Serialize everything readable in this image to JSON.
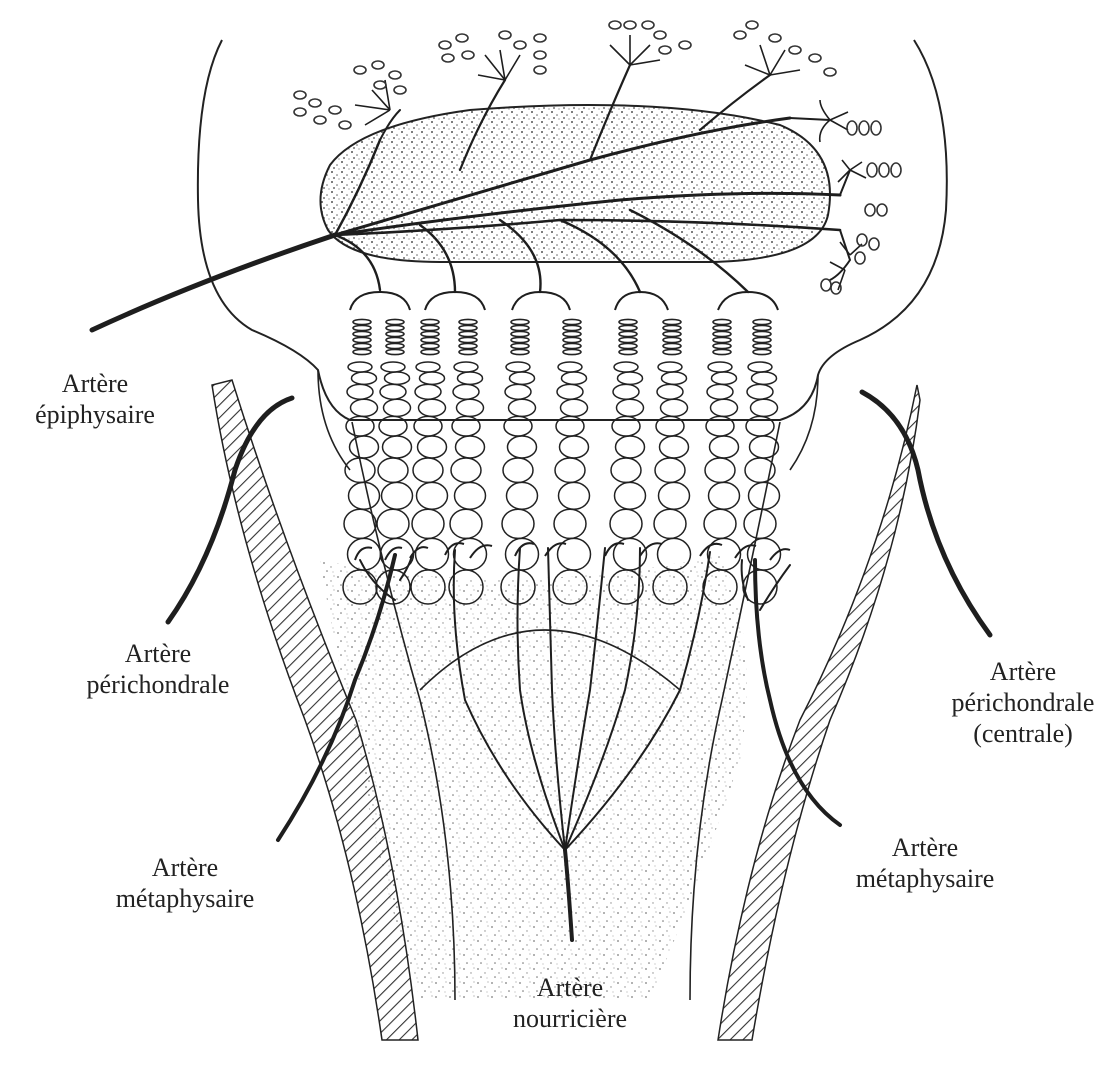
{
  "labels": {
    "epiphysaire": {
      "line1": "Artère",
      "line2": "épiphysaire"
    },
    "perichondrale_left": {
      "line1": "Artère",
      "line2": "périchondrale"
    },
    "perichondrale_right": {
      "line1": "Artère",
      "line2": "périchondrale",
      "line3": "(centrale)"
    },
    "metaphysaire_left": {
      "line1": "Artère",
      "line2": "métaphysaire"
    },
    "metaphysaire_right": {
      "line1": "Artère",
      "line2": "métaphysaire"
    },
    "nourriciere": {
      "line1": "Artère",
      "line2": "nourricière"
    }
  },
  "colors": {
    "ink": "#1e1e1e",
    "background": "#ffffff"
  }
}
